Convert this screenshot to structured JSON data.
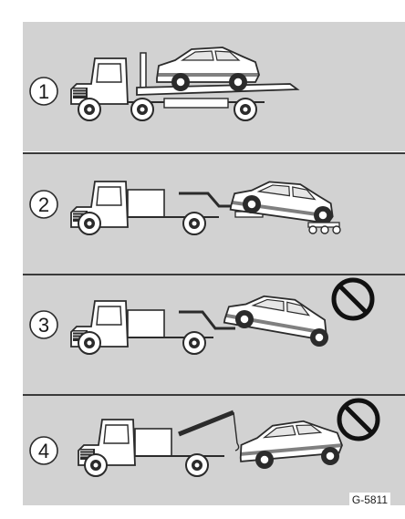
{
  "figure": {
    "code": "G-5811",
    "panels": [
      {
        "number": "1",
        "prohibited": false,
        "method": "flatbed"
      },
      {
        "number": "2",
        "prohibited": false,
        "method": "wheel-lift-with-dollies"
      },
      {
        "number": "3",
        "prohibited": true,
        "method": "wheel-lift-rear-on-ground"
      },
      {
        "number": "4",
        "prohibited": true,
        "method": "sling-hook"
      }
    ]
  },
  "colors": {
    "panel_bg": "#d2d2d2",
    "divider": "#3a3a3a",
    "outline": "#2b2b2b",
    "prohibited_symbol": "#111111"
  }
}
